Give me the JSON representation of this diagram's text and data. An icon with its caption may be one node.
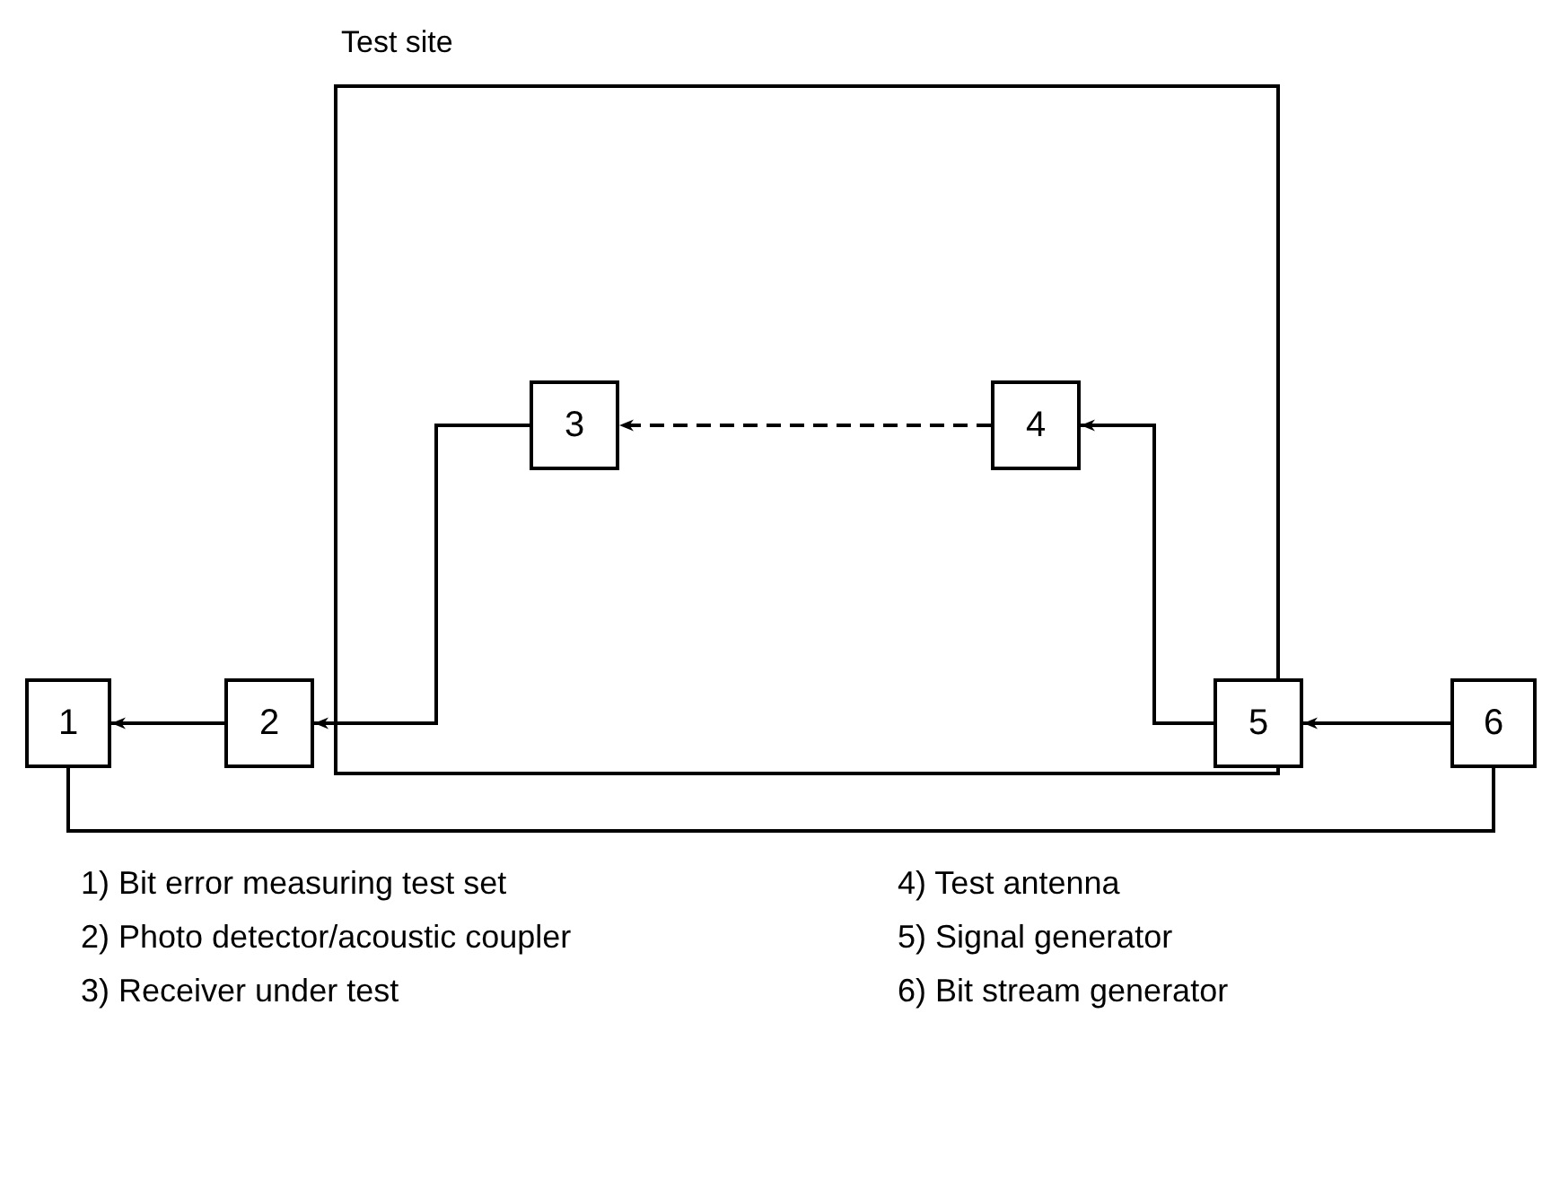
{
  "diagram": {
    "nodes": [
      {
        "text": [
          "Test site"
        ]
      },
      {
        "text": [
          "3"
        ],
        "in": 0
      },
      {
        "text": [
          "4"
        ],
        "in": 0
      },
      {
        "text": [
          "1"
        ]
      },
      {
        "text": [
          "2"
        ]
      },
      {
        "text": [
          "5"
        ]
      },
      {
        "text": [
          "6"
        ]
      }
    ],
    "edges": [
      {
        "from": 2,
        "to": 1,
        "arrow": "to",
        "style": "dashed"
      },
      {
        "from": 1,
        "to": 4,
        "arrow": "to"
      },
      {
        "from": 4,
        "to": 3,
        "arrow": "to"
      },
      {
        "from": 5,
        "to": 2,
        "arrow": "to"
      },
      {
        "from": 6,
        "to": 5,
        "arrow": "to"
      },
      {
        "from": 3,
        "to": 6,
        "arrow": "none"
      }
    ],
    "labels": [
      "1) Bit error measuring test set",
      "4) Test antenna",
      "2) Photo detector/acoustic coupler",
      "5) Signal generator",
      "3) Receiver under test",
      "6) Bit stream generator"
    ]
  }
}
